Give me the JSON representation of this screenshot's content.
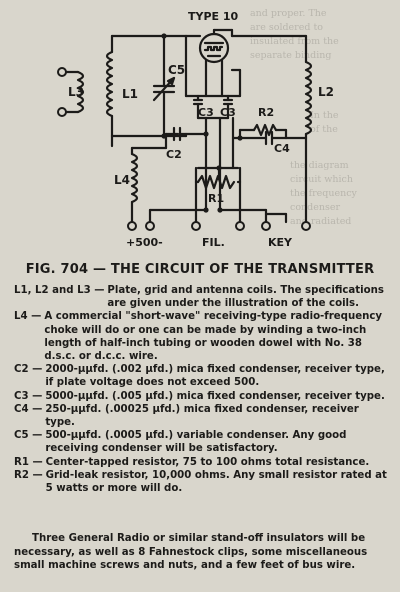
{
  "diagram": {
    "tube_label": "TYPE 10",
    "labels": {
      "L3": "L3",
      "L1": "L1",
      "C5": "C5",
      "L2": "L2",
      "C3a": "C3",
      "C3b": "C3",
      "R2": "R2",
      "C2": "C2",
      "C4": "C4",
      "L4": "L4",
      "R1": "R1",
      "plus500": "+500-",
      "fil": "FIL.",
      "key": "KEY"
    }
  },
  "caption": "FIG. 704 — THE CIRCUIT OF THE TRANSMITTER",
  "parts": [
    {
      "symbol": "L1, L2 and L3 —",
      "text": "Plate, grid and antenna coils. The specifications are given under the illustration of the coils."
    },
    {
      "symbol": "L4 —",
      "text": "A commercial \"short-wave\" receiving-type radio-frequency choke will do or one can be made by winding a two-inch length of half-inch tubing or wooden dowel with No. 38 d.s.c. or d.c.c. wire."
    },
    {
      "symbol": "C2 —",
      "text": "2000-μμfd. (.002 μfd.) mica fixed condenser, receiver type, if plate voltage does not exceed 500."
    },
    {
      "symbol": "C3 —",
      "text": "5000-μμfd. (.005 μfd.) mica fixed condenser, receiver type."
    },
    {
      "symbol": "C4 —",
      "text": "250-μμfd. (.00025 μfd.) mica fixed condenser, receiver type."
    },
    {
      "symbol": "C5 —",
      "text": "500-μμfd. (.0005 μfd.) variable condenser. Any good receiving condenser will be satisfactory."
    },
    {
      "symbol": "R1 —",
      "text": "Center-tapped resistor, 75 to 100 ohms total resistance."
    },
    {
      "symbol": "R2 —",
      "text": "Grid-leak resistor, 10,000 ohms. Any small resistor rated at 5 watts or more will do."
    }
  ],
  "closing": "Three General Radio or similar stand-off insulators will be necessary, as well as 8 Fahnestock clips, some miscellaneous small machine screws and nuts, and a few feet of bus wire."
}
